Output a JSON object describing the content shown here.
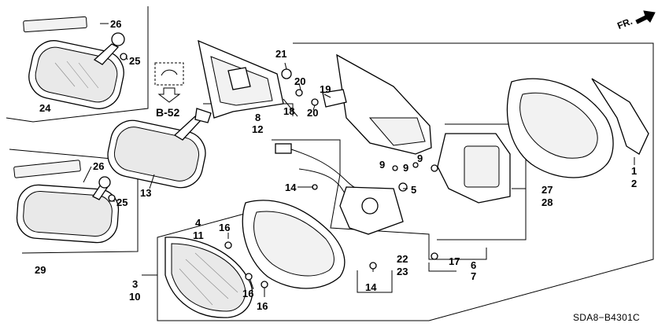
{
  "diagram_code": "SDA8−B4301C",
  "direction_label": "FR.",
  "reference_label": "B-52",
  "callouts": {
    "c1": "1",
    "c2": "2",
    "c3": "3",
    "c4": "4",
    "c5": "5",
    "c6": "6",
    "c7": "7",
    "c8": "8",
    "c9a": "9",
    "c9b": "9",
    "c9c": "9",
    "c10": "10",
    "c11": "11",
    "c12": "12",
    "c13": "13",
    "c14a": "14",
    "c14b": "14",
    "c16a": "16",
    "c16b": "16",
    "c16c": "16",
    "c17": "17",
    "c18": "18",
    "c19": "19",
    "c20a": "20",
    "c20b": "20",
    "c21": "21",
    "c22": "22",
    "c23": "23",
    "c24": "24",
    "c25a": "25",
    "c25b": "25",
    "c26a": "26",
    "c26b": "26",
    "c27": "27",
    "c28": "28",
    "c29": "29"
  }
}
